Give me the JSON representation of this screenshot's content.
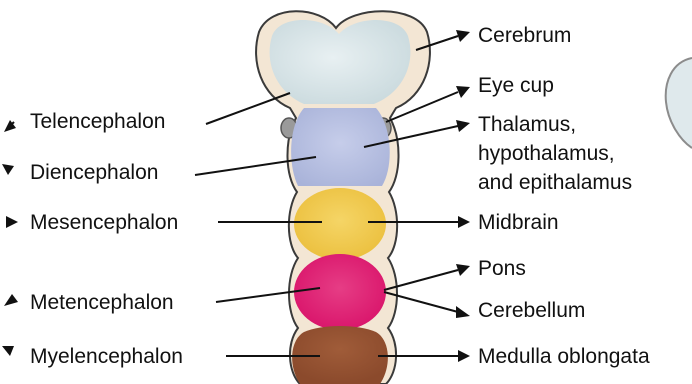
{
  "embryonic_regions": [
    {
      "label": "Telencephalon"
    },
    {
      "label": "Diencephalon"
    },
    {
      "label": "Mesencephalon"
    },
    {
      "label": "Metencephalon"
    },
    {
      "label": "Myelencephalon"
    }
  ],
  "adult_structures": [
    {
      "label": "Cerebrum"
    },
    {
      "label": "Eye cup"
    },
    {
      "label": "Thalamus,",
      "line2": "hypothalamus,",
      "line3": "and epithalamus"
    },
    {
      "label": "Midbrain"
    },
    {
      "label": "Pons"
    },
    {
      "label": "Cerebellum"
    },
    {
      "label": "Medulla oblongata"
    }
  ],
  "colors": {
    "telencephalon": "#c9d9dd",
    "diencephalon": "#a9b3d9",
    "mesencephalon": "#ebbf3d",
    "metencephalon": "#d9136a",
    "myelencephalon": "#8b4a2c",
    "tube_wall": "#f3e6d4",
    "eye_cup": "#9a9a9a"
  }
}
